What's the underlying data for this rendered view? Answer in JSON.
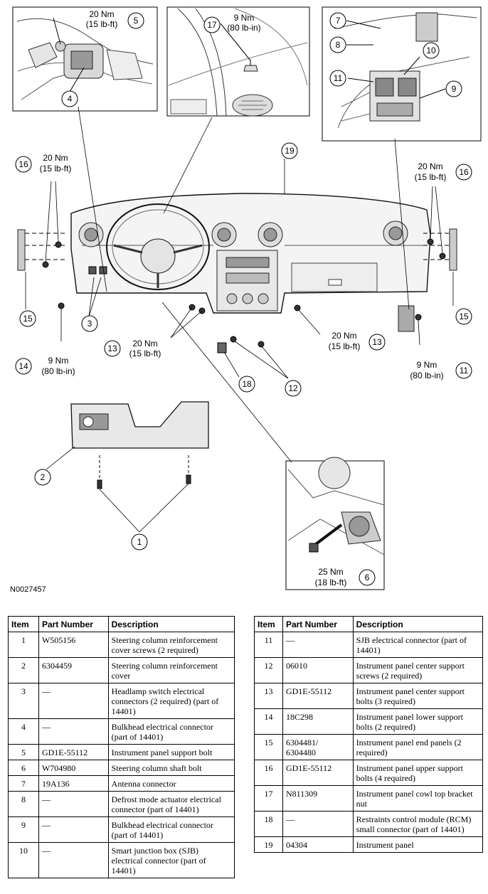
{
  "figure_id": "N0027457",
  "callouts": {
    "c1": "1",
    "c2": "2",
    "c3": "3",
    "c4": "4",
    "c5": "5",
    "c6": "6",
    "c7": "7",
    "c8": "8",
    "c9": "9",
    "c10": "10",
    "c11": "11",
    "c11b": "11",
    "c12": "12",
    "c13a": "13",
    "c13b": "13",
    "c14": "14",
    "c15a": "15",
    "c15b": "15",
    "c16a": "16",
    "c16b": "16",
    "c17": "17",
    "c18": "18",
    "c19": "19"
  },
  "torque": {
    "t5_nm": "20 Nm",
    "t5_lb": "(15 lb-ft)",
    "t17_nm": "9 Nm",
    "t17_lb": "(80 lb-in)",
    "t16a_nm": "20 Nm",
    "t16a_lb": "(15 lb-ft)",
    "t16b_nm": "20 Nm",
    "t16b_lb": "(15 lb-ft)",
    "t14_nm": "9 Nm",
    "t14_lb": "(80 lb-in)",
    "t13a_nm": "20 Nm",
    "t13a_lb": "(15 lb-ft)",
    "t13b_nm": "20 Nm",
    "t13b_lb": "(15 lb-ft)",
    "t11_nm": "9 Nm",
    "t11_lb": "(80 lb-in)",
    "t6_nm": "25 Nm",
    "t6_lb": "(18 lb-ft)"
  },
  "table_headers": {
    "item": "Item",
    "part_number": "Part Number",
    "description": "Description"
  },
  "parts_left": [
    {
      "item": "1",
      "part": "W505156",
      "desc": "Steering column reinforcement cover screws (2 required)"
    },
    {
      "item": "2",
      "part": "6304459",
      "desc": "Steering column reinforcement cover"
    },
    {
      "item": "3",
      "part": "—",
      "desc": "Headlamp switch electrical connectors (2 required) (part of 14401)"
    },
    {
      "item": "4",
      "part": "—",
      "desc": "Bulkhead electrical connector (part of 14401)"
    },
    {
      "item": "5",
      "part": "GD1E-55112",
      "desc": "Instrument panel support bolt"
    },
    {
      "item": "6",
      "part": "W704980",
      "desc": "Steering column shaft bolt"
    },
    {
      "item": "7",
      "part": "19A136",
      "desc": "Antenna connector"
    },
    {
      "item": "8",
      "part": "—",
      "desc": "Defrost mode actuator electrical connector (part of 14401)"
    },
    {
      "item": "9",
      "part": "—",
      "desc": "Bulkhead electrical connector (part of 14401)"
    },
    {
      "item": "10",
      "part": "—",
      "desc": "Smart junction box (SJB) electrical connector (part of 14401)"
    }
  ],
  "parts_right": [
    {
      "item": "11",
      "part": "—",
      "desc": "SJB electrical connector (part of 14401)"
    },
    {
      "item": "12",
      "part": "06010",
      "desc": "Instrument panel center support screws (2 required)"
    },
    {
      "item": "13",
      "part": "GD1E-55112",
      "desc": "Instrument panel center support bolts (3 required)"
    },
    {
      "item": "14",
      "part": "18C298",
      "desc": "Instrument panel lower support bolts (2 required)"
    },
    {
      "item": "15",
      "part": "6304481/ 6304480",
      "desc": "Instrument panel end panels (2 required)"
    },
    {
      "item": "16",
      "part": "GD1E-55112",
      "desc": "Instrument panel upper support bolts (4 required)"
    },
    {
      "item": "17",
      "part": "N811309",
      "desc": "Instrument panel cowl top bracket nut"
    },
    {
      "item": "18",
      "part": "—",
      "desc": "Restraints control module (RCM) small connector (part of 14401)"
    },
    {
      "item": "19",
      "part": "04304",
      "desc": "Instrument panel"
    }
  ]
}
